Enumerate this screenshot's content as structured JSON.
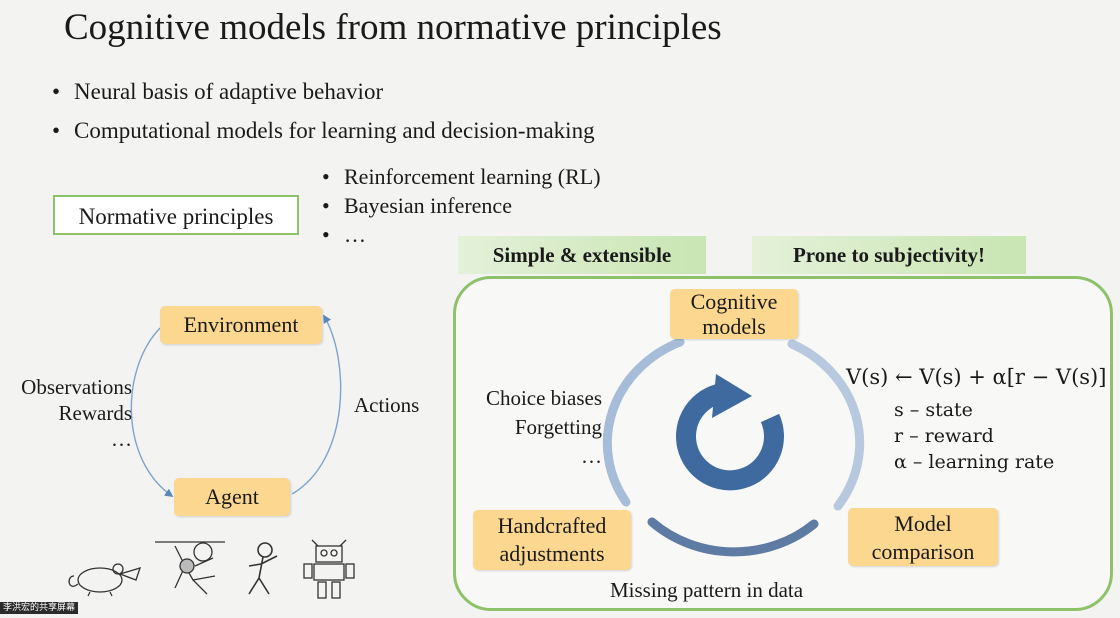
{
  "slide": {
    "title": "Cognitive models from normative principles",
    "bullets": [
      "Neural basis of adaptive behavior",
      "Computational models for learning and decision-making"
    ],
    "normative_box": "Normative principles",
    "sub_bullets": [
      "Reinforcement learning (RL)",
      "Bayesian inference",
      "…"
    ],
    "bullet_glyph": "•"
  },
  "left_diagram": {
    "environment": "Environment",
    "agent": "Agent",
    "left_labels": [
      "Observations",
      "Rewards",
      "…"
    ],
    "right_label": "Actions",
    "figures": [
      "mouse-icon",
      "monkey-icon",
      "stick-figure-icon",
      "robot-icon"
    ]
  },
  "right_panel": {
    "tag_left": "Simple & extensible",
    "tag_right": "Prone to subjectivity!",
    "cognitive_models": [
      "Cognitive",
      "models"
    ],
    "handcrafted": [
      "Handcrafted",
      "adjustments"
    ],
    "model_comparison": [
      "Model",
      "comparison"
    ],
    "left_text": [
      "Choice biases",
      "Forgetting",
      "…"
    ],
    "bottom_text": "Missing pattern in data",
    "equation": "V(s) ← V(s) + α[r − V(s)]",
    "legend": [
      "s – state",
      "r – reward",
      "α – learning rate"
    ]
  },
  "overlay": {
    "corner_label": "李洪宏的共享屏幕"
  },
  "colors": {
    "green_border": "#8dc26a",
    "orange_box": "#fbd78f",
    "cycle_arrow": "#3f6aa0"
  }
}
